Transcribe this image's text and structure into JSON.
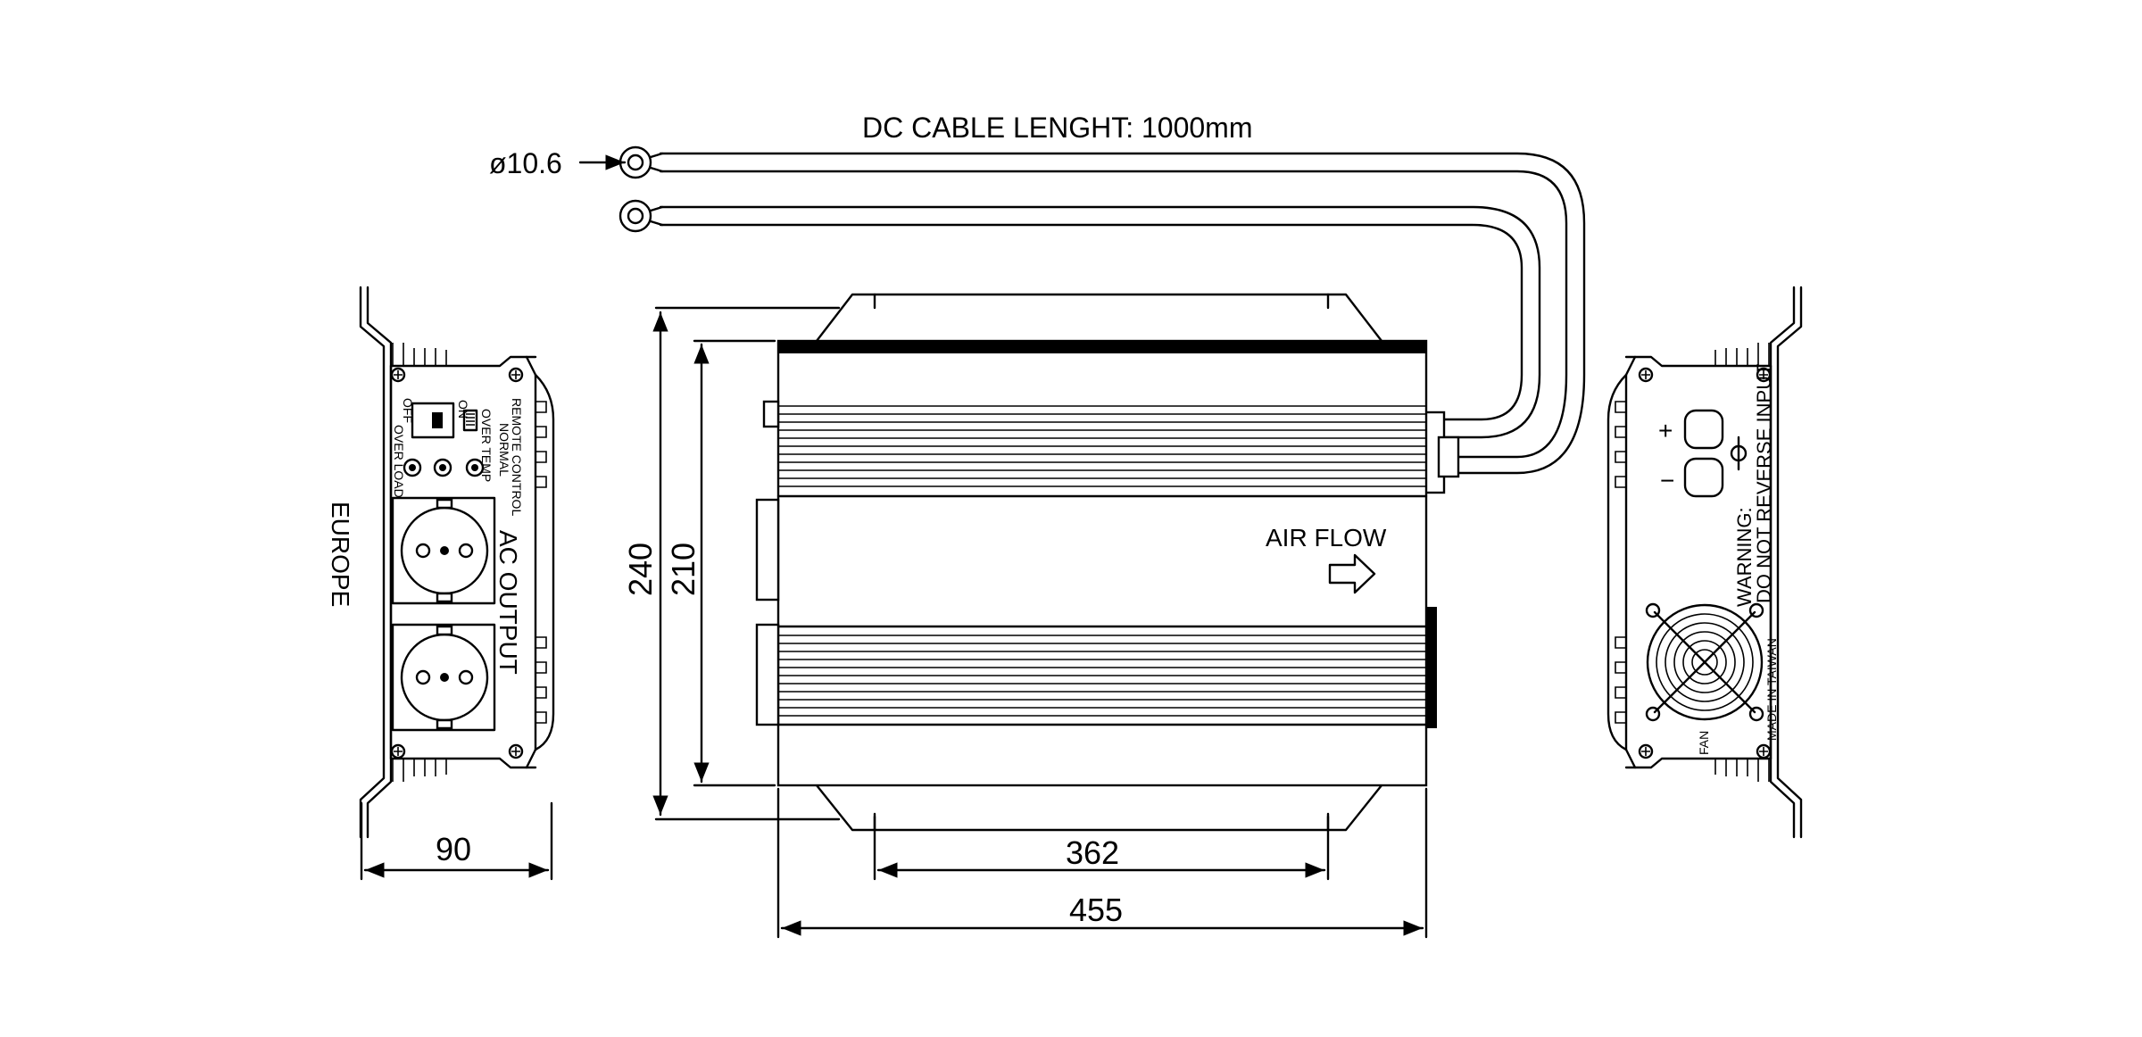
{
  "labels": {
    "cable_length": "DC CABLE LENGHT: 1000mm",
    "ring_diameter": "ø10.6",
    "air_flow": "AIR FLOW",
    "region": "EUROPE",
    "ac_output": "AC OUTPUT",
    "remote_control": "REMOTE CONTROL",
    "normal": "NORMAL",
    "over_temp": "OVER TEMP",
    "on": "ON",
    "off": "OFF",
    "over_load": "OVER LOAD",
    "warning": "WARNING:",
    "do_not_reverse": "DO NOT REVERSE INPUT",
    "made_in": "MADE IN TAIWAN",
    "fan": "FAN",
    "plus": "+",
    "minus": "−"
  },
  "dimensions": {
    "height_outer": "240",
    "height_inner": "210",
    "width_front": "90",
    "mount_spacing": "362",
    "overall_length": "455"
  }
}
